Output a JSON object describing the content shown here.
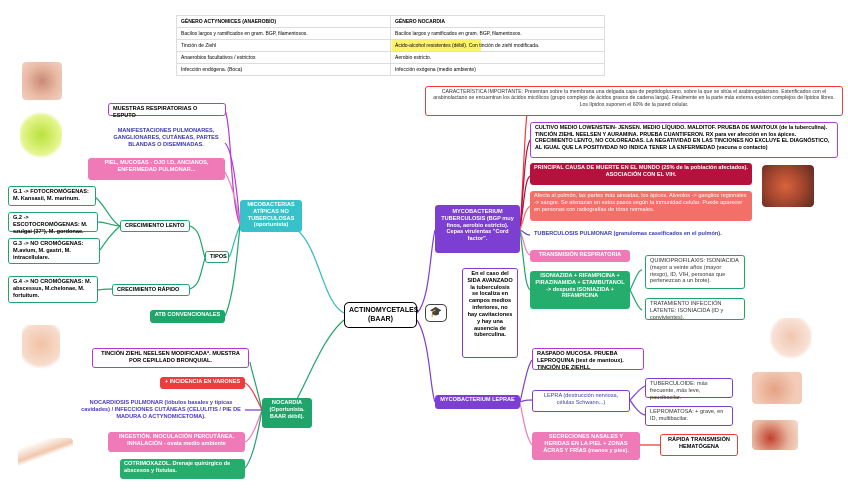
{
  "table": {
    "headers": [
      "GÉNERO ACTYNOMICES (ANAEROBIO)",
      "GÉNERO NOCARDIA"
    ],
    "rows": [
      [
        "Bacilos largos y ramificados en gram. BGP, filamentosos.",
        "Bacilos largos y ramificados en gram. BGP, filamentosos."
      ],
      [
        "Tinción de Ziehl",
        "Ácido-alcohol resistentes (débil). Con tinción de ziehl modificada."
      ],
      [
        "Anaerobios facultativos / estrictos",
        "Aerobio estricto."
      ],
      [
        "Infección endógena. (Boca)",
        "Infección exógena (medio ambiente)"
      ]
    ]
  },
  "center": "ACTINOMYCETALES (BAAR)",
  "atypical": {
    "title": "MICOBACTERIAS ATÍPICAS NO TUBERCULOSAS (oportunista)",
    "muestras": "MUESTRAS RESPIRATORIAS O ESPUTO",
    "manifest": "MANIFESTACIONES PULMONARES, GANGLIONARES, CUTÁNEAS, PARTES BLANDAS O DISEMINADAS.",
    "piel": "PIEL, MUCOSAS - OJO I.D, ANCIANOS, ENFERMEDAD PULMONAR...",
    "tipos": "TIPOS",
    "lento": "CRECIMIENTO LENTO",
    "rapido": "CRECIMIENTO RÁPIDO",
    "g1": "G.1 -> FOTOCROMÓGENAS: M. Kansasii, M. marinum.",
    "g2": "G.2 -> ESCOTOCROMÓGENAS: M. szulgai (37°), M. gordonae.",
    "g3": "G.3 -> NO CROMÓGENAS: M.avium, M. gastri, M. intracellulare.",
    "g4": "G.4 -> NO CROMÓGENAS: M. abscessus, M.chelonae, M. fortuitum.",
    "atb": "ATB CONVENCIONALES"
  },
  "nocardia": {
    "title": "NOCARDIA (Oportunista. BAAR débil).",
    "tincion": "TINCIÓN ZIEHL NEELSEN MODIFICADA*. MUESTRA POR CEPILLADO BRONQUIAL.",
    "incidencia": "+ INCIDENCIA EN VARONES",
    "pulmonar": "NOCARDIOSIS PULMONAR (lóbulos basales y típicas cavidades) / INFECCIONES CUTÁNEAS (CELULITIS / PIE DE MADURA O ACTYNOMICETOMA).",
    "ingestion": "INGESTIÓN. INOCULACIÓN PERCUTÁNEA. INHALACIÓN - ovata medio ambiente",
    "cotrimoxazol": "COTRIMOXAZOL. Drenaje quirúrgico de abscesos y fístulas."
  },
  "tb": {
    "title": "MYCOBACTERIUM TUBERCULOSIS (BGP muy finos, aerobio estricto). Cepas virulentas \"Cord factor\".",
    "caracteristica": "CARACTERÍSTICA IMPORTANTE: Presentan sobre la membrana una delgada capa de peptidoglucano, sobre la que se sitúa el arabinogalactano. Esterificados con el arabinolactano se encuentran los ácidos micólicos (grupo complejo de ácidos grasos de cadena larga). Finalmente en la parte más externa existen complejos de lípidos libres. Los lípidos suponen el 60% de la pared celular.",
    "cultivo": "CULTIVO MEDIO LOWENSTEIN- JENSEN. MEDIO LÍQUIDO. MALDITOF. PRUEBA DE MANTOUX (de la tuberculina). TINCIÓN ZIEHL NEELSEN Y AURAMINA. PRUEBA CUANTIFERON. RX para ver afección en los ápices. CRECIMIENTO LENTO, NO COLOREADAS. LA NEGATIVIDAD EN LAS TINCIONES NO EXCLUYE EL DIAGNÓSTICO, AL IGUAL QUE LA POSITIVIDAD NO INDICA TENER LA ENFERMEDAD (vacuna o contacto)",
    "causa": "PRINCIPAL CAUSA DE MUERTE EN EL MUNDO (25% de la población afectados). ASOCIACIÓN CON EL VIH.",
    "afecta": "Afecta al pulmón, las partes más aireadas, los ápices. Alveolos -> ganglios regionales -> sangre. Se atenazan en estos pasos según la inmunidad celular. Puede aparecer en personas con radiografías de tórax normales.",
    "pulmonar": "TUBERCULOSIS PULMONAR (granulomas caseificados en el pulmón).",
    "transmision": "TRANSMISIÓN RESPIRATORIA",
    "tratamiento": "ISONIAZIDA + RIFAMPICINA + PIRAZINAMIDA + ETAMBUTANOL -> después ISONIAZIDA + RIFAMPICINA",
    "quimio": "QUIMIOPROFILAXIS: ISONIACIDA (mayor a veinte años (mayor riesgo), ID, VIH, personas que pertenezcan a un brote).",
    "latente": "TRATAMIENTO INFECCIÓN LATENTE: ISONIACIDA (ID y convivientes).",
    "sida": "En el caso del SIDA AVANZADO la tuberculosis se localiza en campos medios inferiores, no hay cavitaciones y hay una ausencia de tuberculina."
  },
  "leprae": {
    "title": "MYCOBACTERIUM LEPRAE",
    "raspado": "RASPADO MUCOSA. PRUEBA LEPROQUINA (test de mantoux). TINCIÓN DE ZIEHLL",
    "lepra": "LEPRA (destrucción nerviosa, células Schwann...)",
    "tuberculoide": "TUBERCULOIDE: más frecuente, más leve, paucibacilar.",
    "lepromatosa": "LEPROMATOSA: + grave, en ID, multibacilar.",
    "secreciones": "SECRECIONES NASALES Y HERIDAS EN LA PIEL + ZONAS ÁCRAS Y FRÍAS (manos y pies).",
    "rapida": "RÁPIDA TRANSMISIÓN HEMATÓGENA"
  },
  "colors": {
    "violet": "#7c3fd1",
    "teal": "#36c2c8",
    "pink": "#f07ab8",
    "red": "#ee3b3b",
    "green": "#1fa56a",
    "maroon": "#b4123c"
  }
}
